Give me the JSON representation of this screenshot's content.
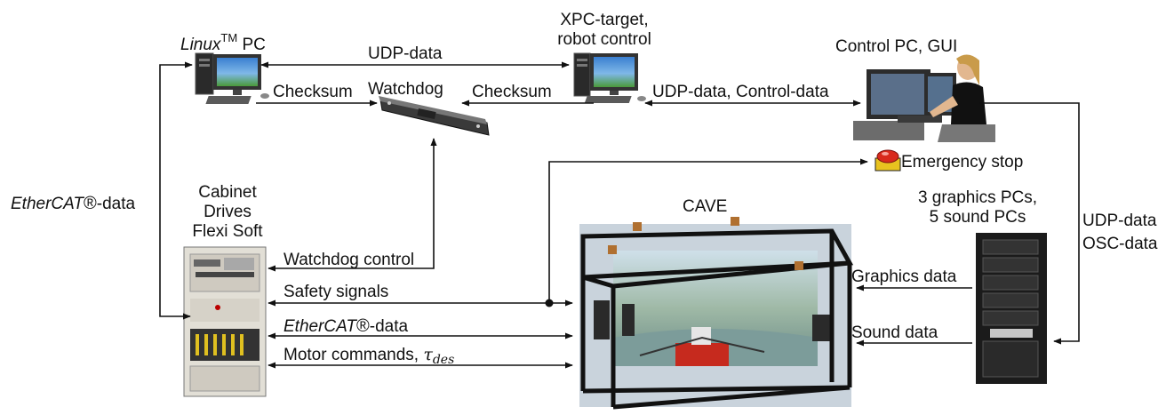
{
  "nodes": {
    "linux_pc": {
      "name": "Linux",
      "tm": "TM",
      "suffix": "PC"
    },
    "xpc": {
      "line1": "XPC-target,",
      "line2": "robot control"
    },
    "control_pc": {
      "label": "Control PC, GUI"
    },
    "watchdog": {
      "label": "Watchdog"
    },
    "emergency": {
      "label": "Emergency stop"
    },
    "cabinet": {
      "line1": "Cabinet",
      "line2": "Drives",
      "line3": "Flexi Soft"
    },
    "cave": {
      "label": "CAVE"
    },
    "graphics_pcs": {
      "line1": "3 graphics PCs,",
      "line2": "5 sound PCs"
    }
  },
  "edges": {
    "udp_top": "UDP-data",
    "checksum_left": "Checksum",
    "checksum_right": "Checksum",
    "udp_control": "UDP-data, Control-data",
    "ethercat_left": {
      "name": "EtherCAT",
      "reg": "®",
      "suffix": "-data"
    },
    "udp_right_1": "UDP-data",
    "udp_right_2": "OSC-data",
    "watchdog_control": "Watchdog control",
    "safety_signals": "Safety signals",
    "ethercat_bottom": {
      "name": "EtherCAT",
      "reg": "®",
      "suffix": "-data"
    },
    "motor_commands": {
      "text": "Motor commands, ",
      "symbol": "τ",
      "sub": "des"
    },
    "graphics_data": "Graphics data",
    "sound_data": "Sound data"
  },
  "colors": {
    "line": "#111111",
    "cave_bg": "#c9d3dc",
    "cabinet": "#e2dfd6",
    "rack": "#1b1b1b",
    "estop": "#d82a1c"
  }
}
